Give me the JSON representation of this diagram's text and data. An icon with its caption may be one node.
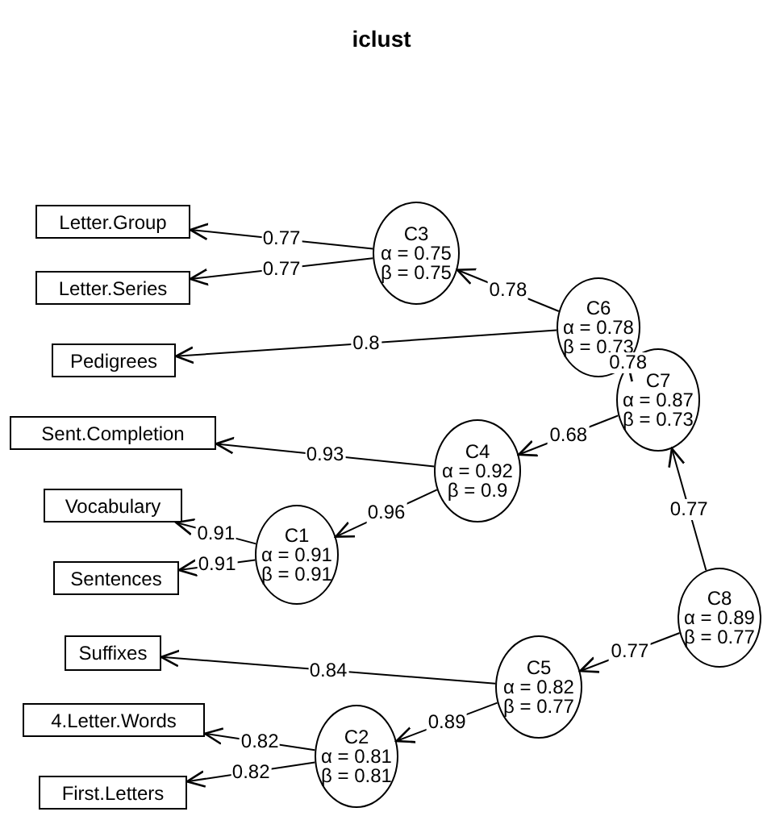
{
  "diagram": {
    "title": "iclust",
    "nodes": [
      {
        "text": [
          "Letter.Group"
        ]
      },
      {
        "text": [
          "Letter.Series"
        ]
      },
      {
        "text": [
          "Pedigrees"
        ]
      },
      {
        "text": [
          "Sent.Completion"
        ]
      },
      {
        "text": [
          "Vocabulary"
        ]
      },
      {
        "text": [
          "Sentences"
        ]
      },
      {
        "text": [
          "Suffixes"
        ]
      },
      {
        "text": [
          "4.Letter.Words"
        ]
      },
      {
        "text": [
          "First.Letters"
        ]
      },
      {
        "text": [
          "C3",
          "α = 0.75",
          "β = 0.75"
        ]
      },
      {
        "text": [
          "C6",
          "α = 0.78",
          "β = 0.73"
        ]
      },
      {
        "text": [
          "C7",
          "α = 0.87",
          "β = 0.73"
        ]
      },
      {
        "text": [
          "C4",
          "α = 0.92",
          "β = 0.9"
        ]
      },
      {
        "text": [
          "C1",
          "α = 0.91",
          "β = 0.91"
        ]
      },
      {
        "text": [
          "C8",
          "α = 0.89",
          "β = 0.77"
        ]
      },
      {
        "text": [
          "C5",
          "α = 0.82",
          "β = 0.77"
        ]
      },
      {
        "text": [
          "C2",
          "α = 0.81",
          "β = 0.81"
        ]
      }
    ],
    "edges": [
      {
        "from": 9,
        "to": 0,
        "arrow": "to",
        "label": "0.77"
      },
      {
        "from": 9,
        "to": 1,
        "arrow": "to",
        "label": "0.77"
      },
      {
        "from": 10,
        "to": 9,
        "arrow": "to",
        "label": "0.78"
      },
      {
        "from": 10,
        "to": 2,
        "arrow": "to",
        "label": "0.8"
      },
      {
        "from": 11,
        "to": 10,
        "arrow": "to",
        "label": "0.78"
      },
      {
        "from": 11,
        "to": 12,
        "arrow": "to",
        "label": "0.68"
      },
      {
        "from": 12,
        "to": 3,
        "arrow": "to",
        "label": "0.93"
      },
      {
        "from": 12,
        "to": 13,
        "arrow": "to",
        "label": "0.96"
      },
      {
        "from": 13,
        "to": 4,
        "arrow": "to",
        "label": "0.91"
      },
      {
        "from": 13,
        "to": 5,
        "arrow": "to",
        "label": "0.91"
      },
      {
        "from": 14,
        "to": 11,
        "arrow": "to",
        "label": "0.77"
      },
      {
        "from": 14,
        "to": 15,
        "arrow": "to",
        "label": "0.77"
      },
      {
        "from": 15,
        "to": 6,
        "arrow": "to",
        "label": "0.84"
      },
      {
        "from": 15,
        "to": 16,
        "arrow": "to",
        "label": "0.89"
      },
      {
        "from": 16,
        "to": 7,
        "arrow": "to",
        "label": "0.82"
      },
      {
        "from": 16,
        "to": 8,
        "arrow": "to",
        "label": "0.82"
      }
    ]
  }
}
